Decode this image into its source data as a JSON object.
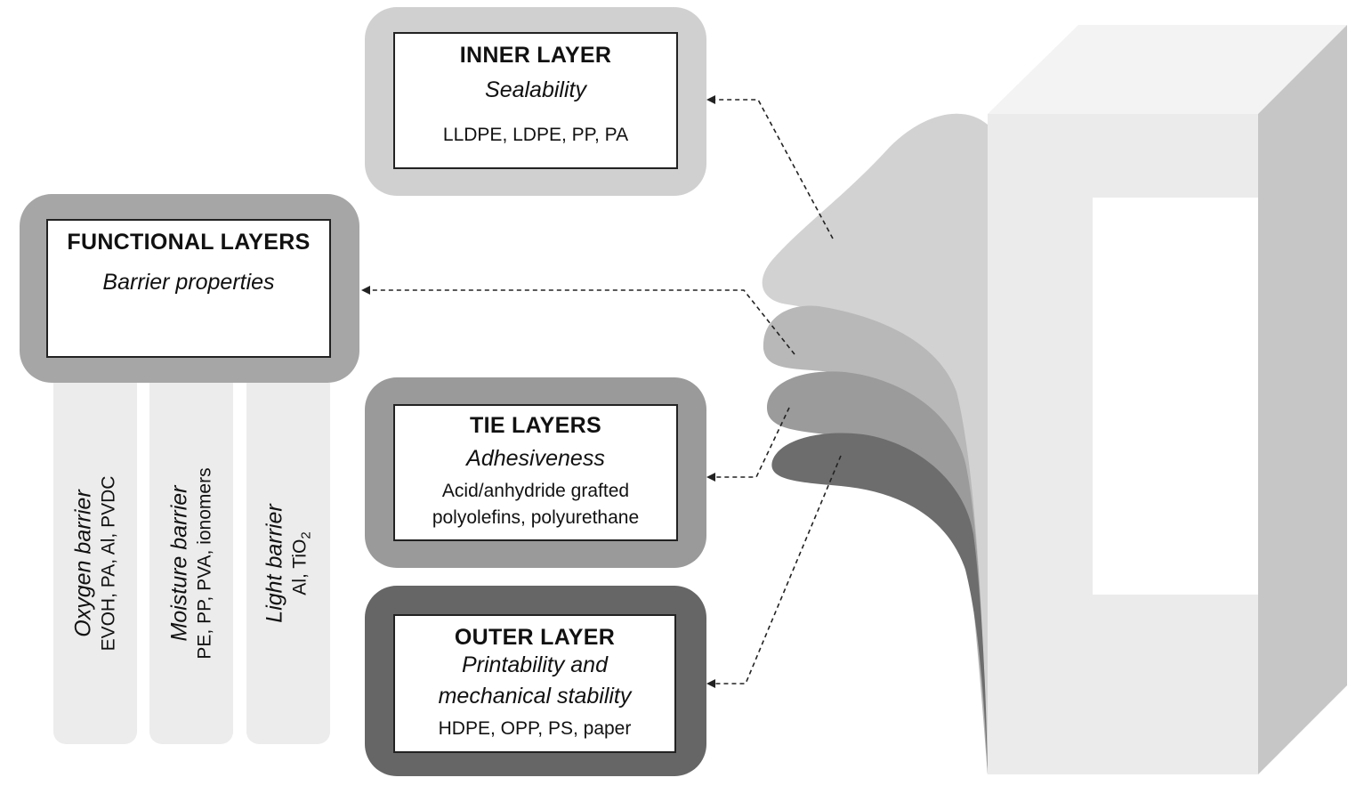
{
  "inner_layer": {
    "title": "INNER LAYER",
    "property": "Sealability",
    "materials": "LLDPE, LDPE, PP, PA"
  },
  "functional_layers": {
    "title": "FUNCTIONAL LAYERS",
    "property": "Barrier properties",
    "barriers": [
      {
        "label": "Oxygen barrier",
        "materials": "EVOH, PA, Al, PVDC"
      },
      {
        "label": "Moisture barrier",
        "materials": "PE, PP, PVA, ionomers"
      },
      {
        "label": "Light barrier",
        "materials_prefix": "Al, TiO",
        "materials_sub": "2"
      }
    ]
  },
  "tie_layers": {
    "title": "TIE LAYERS",
    "property": "Adhesiveness",
    "materials_line1": "Acid/anhydride grafted",
    "materials_line2": "polyolefins, polyurethane"
  },
  "outer_layer": {
    "title": "OUTER LAYER",
    "property_line1": "Printability and",
    "property_line2": "mechanical stability",
    "materials": "HDPE, OPP, PS, paper"
  },
  "colors": {
    "inner_frame": "#d0d0d0",
    "functional_frame": "#a6a6a6",
    "tie_frame": "#9a9a9a",
    "outer_frame": "#666666",
    "barrier_column": "#ececec",
    "box_face": "#ebebeb",
    "box_side": "#c6c6c6",
    "box_top": "#f3f3f3",
    "flap_1": "#d2d2d2",
    "flap_2": "#b8b8b8",
    "flap_3": "#9b9b9b",
    "flap_4": "#6d6d6d"
  }
}
